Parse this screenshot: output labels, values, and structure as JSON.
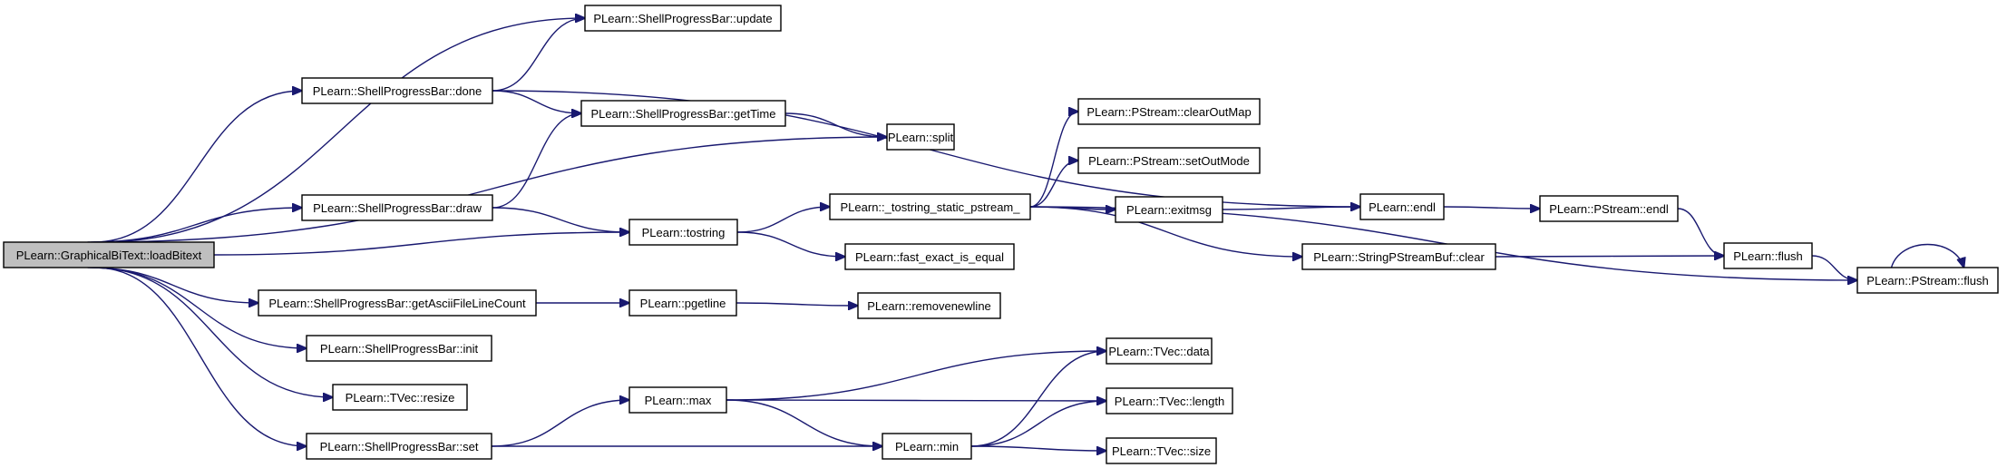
{
  "graph": {
    "edge_color": "#191970",
    "root_fill": "#bfbfbf",
    "nodes": [
      {
        "id": "root",
        "label": "PLearn::GraphicalBiText::loadBitext",
        "root": true
      },
      {
        "id": "upd",
        "label": "PLearn::ShellProgressBar::update"
      },
      {
        "id": "done",
        "label": "PLearn::ShellProgressBar::done"
      },
      {
        "id": "gettime",
        "label": "PLearn::ShellProgressBar::getTime"
      },
      {
        "id": "split",
        "label": "PLearn::split"
      },
      {
        "id": "draw",
        "label": "PLearn::ShellProgressBar::draw"
      },
      {
        "id": "tostring",
        "label": "PLearn::tostring"
      },
      {
        "id": "tss",
        "label": "PLearn::_tostring_static_pstream_"
      },
      {
        "id": "clearoutmap",
        "label": "PLearn::PStream::clearOutMap"
      },
      {
        "id": "setoutmode",
        "label": "PLearn::PStream::setOutMode"
      },
      {
        "id": "exitmsg",
        "label": "PLearn::exitmsg"
      },
      {
        "id": "endl",
        "label": "PLearn::endl"
      },
      {
        "id": "psendl",
        "label": "PLearn::PStream::endl"
      },
      {
        "id": "fastexact",
        "label": "PLearn::fast_exact_is_equal"
      },
      {
        "id": "sbclear",
        "label": "PLearn::StringPStreamBuf::clear"
      },
      {
        "id": "flush",
        "label": "PLearn::flush"
      },
      {
        "id": "psflush",
        "label": "PLearn::PStream::flush"
      },
      {
        "id": "getascii",
        "label": "PLearn::ShellProgressBar::getAsciiFileLineCount"
      },
      {
        "id": "pgetline",
        "label": "PLearn::pgetline"
      },
      {
        "id": "removenewline",
        "label": "PLearn::removenewline"
      },
      {
        "id": "init",
        "label": "PLearn::ShellProgressBar::init"
      },
      {
        "id": "resize",
        "label": "PLearn::TVec::resize"
      },
      {
        "id": "set",
        "label": "PLearn::ShellProgressBar::set"
      },
      {
        "id": "max",
        "label": "PLearn::max"
      },
      {
        "id": "min",
        "label": "PLearn::min"
      },
      {
        "id": "tvdata",
        "label": "PLearn::TVec::data"
      },
      {
        "id": "tvlength",
        "label": "PLearn::TVec::length"
      },
      {
        "id": "tvsize",
        "label": "PLearn::TVec::size"
      }
    ],
    "edges": [
      [
        "root",
        "upd"
      ],
      [
        "root",
        "done"
      ],
      [
        "root",
        "split"
      ],
      [
        "root",
        "draw"
      ],
      [
        "root",
        "tostring"
      ],
      [
        "root",
        "getascii"
      ],
      [
        "root",
        "init"
      ],
      [
        "root",
        "resize"
      ],
      [
        "root",
        "set"
      ],
      [
        "done",
        "upd"
      ],
      [
        "done",
        "gettime"
      ],
      [
        "done",
        "endl"
      ],
      [
        "gettime",
        "split"
      ],
      [
        "draw",
        "gettime"
      ],
      [
        "draw",
        "tostring"
      ],
      [
        "tostring",
        "tss"
      ],
      [
        "tostring",
        "fastexact"
      ],
      [
        "tss",
        "clearoutmap"
      ],
      [
        "tss",
        "setoutmode"
      ],
      [
        "tss",
        "exitmsg"
      ],
      [
        "tss",
        "sbclear"
      ],
      [
        "tss",
        "psflush"
      ],
      [
        "exitmsg",
        "endl"
      ],
      [
        "endl",
        "psendl"
      ],
      [
        "psendl",
        "flush"
      ],
      [
        "sbclear",
        "flush"
      ],
      [
        "flush",
        "psflush"
      ],
      [
        "psflush",
        "psflush"
      ],
      [
        "getascii",
        "pgetline"
      ],
      [
        "pgetline",
        "removenewline"
      ],
      [
        "set",
        "max"
      ],
      [
        "set",
        "min"
      ],
      [
        "max",
        "min"
      ],
      [
        "max",
        "tvdata"
      ],
      [
        "max",
        "tvlength"
      ],
      [
        "min",
        "tvdata"
      ],
      [
        "min",
        "tvlength"
      ],
      [
        "min",
        "tvsize"
      ]
    ]
  }
}
